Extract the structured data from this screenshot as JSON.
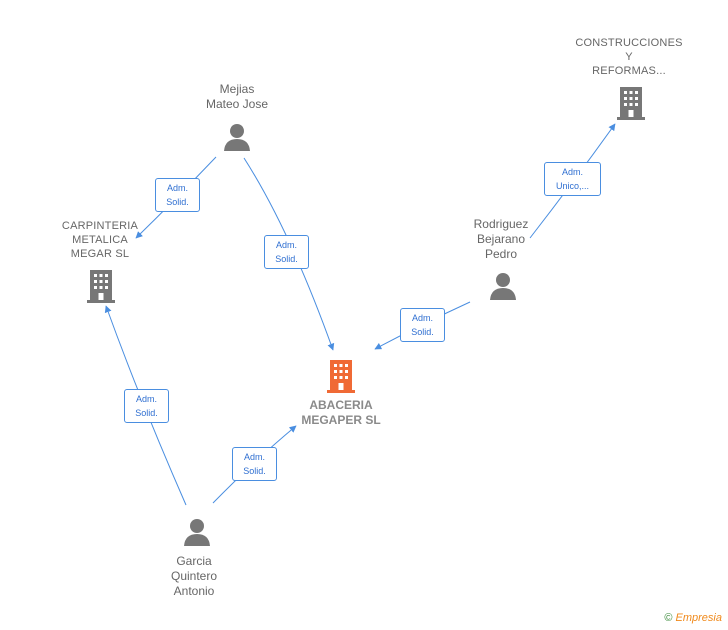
{
  "nodes": {
    "mejias": {
      "label": "Mejias\nMateo Jose",
      "icon": "person-icon"
    },
    "carpinteria": {
      "label": "CARPINTERIA\nMETALICA\nMEGAR  SL",
      "icon": "building-icon"
    },
    "abaceria": {
      "label": "ABACERIA\nMEGAPER  SL",
      "icon": "building-icon",
      "color": "#f06a35"
    },
    "construcciones": {
      "label": "CONSTRUCCIONES\nY\nREFORMAS...",
      "icon": "building-icon"
    },
    "rodriguez": {
      "label": "Rodriguez\nBejarano\nPedro",
      "icon": "person-icon"
    },
    "garcia": {
      "label": "Garcia\nQuintero\nAntonio",
      "icon": "person-icon"
    }
  },
  "edges": {
    "mejias_carpinteria": "Adm.\nSolid.",
    "mejias_abaceria": "Adm.\nSolid.",
    "garcia_carpinteria": "Adm.\nSolid.",
    "garcia_abaceria": "Adm.\nSolid.",
    "rodriguez_abaceria": "Adm.\nSolid.",
    "rodriguez_construcciones": "Adm.\nUnico,..."
  },
  "colors": {
    "edge": "#4a8ee0",
    "icon": "#777777",
    "focus": "#f06a35"
  },
  "watermark": {
    "symbol": "©",
    "brand": "Empresia"
  }
}
